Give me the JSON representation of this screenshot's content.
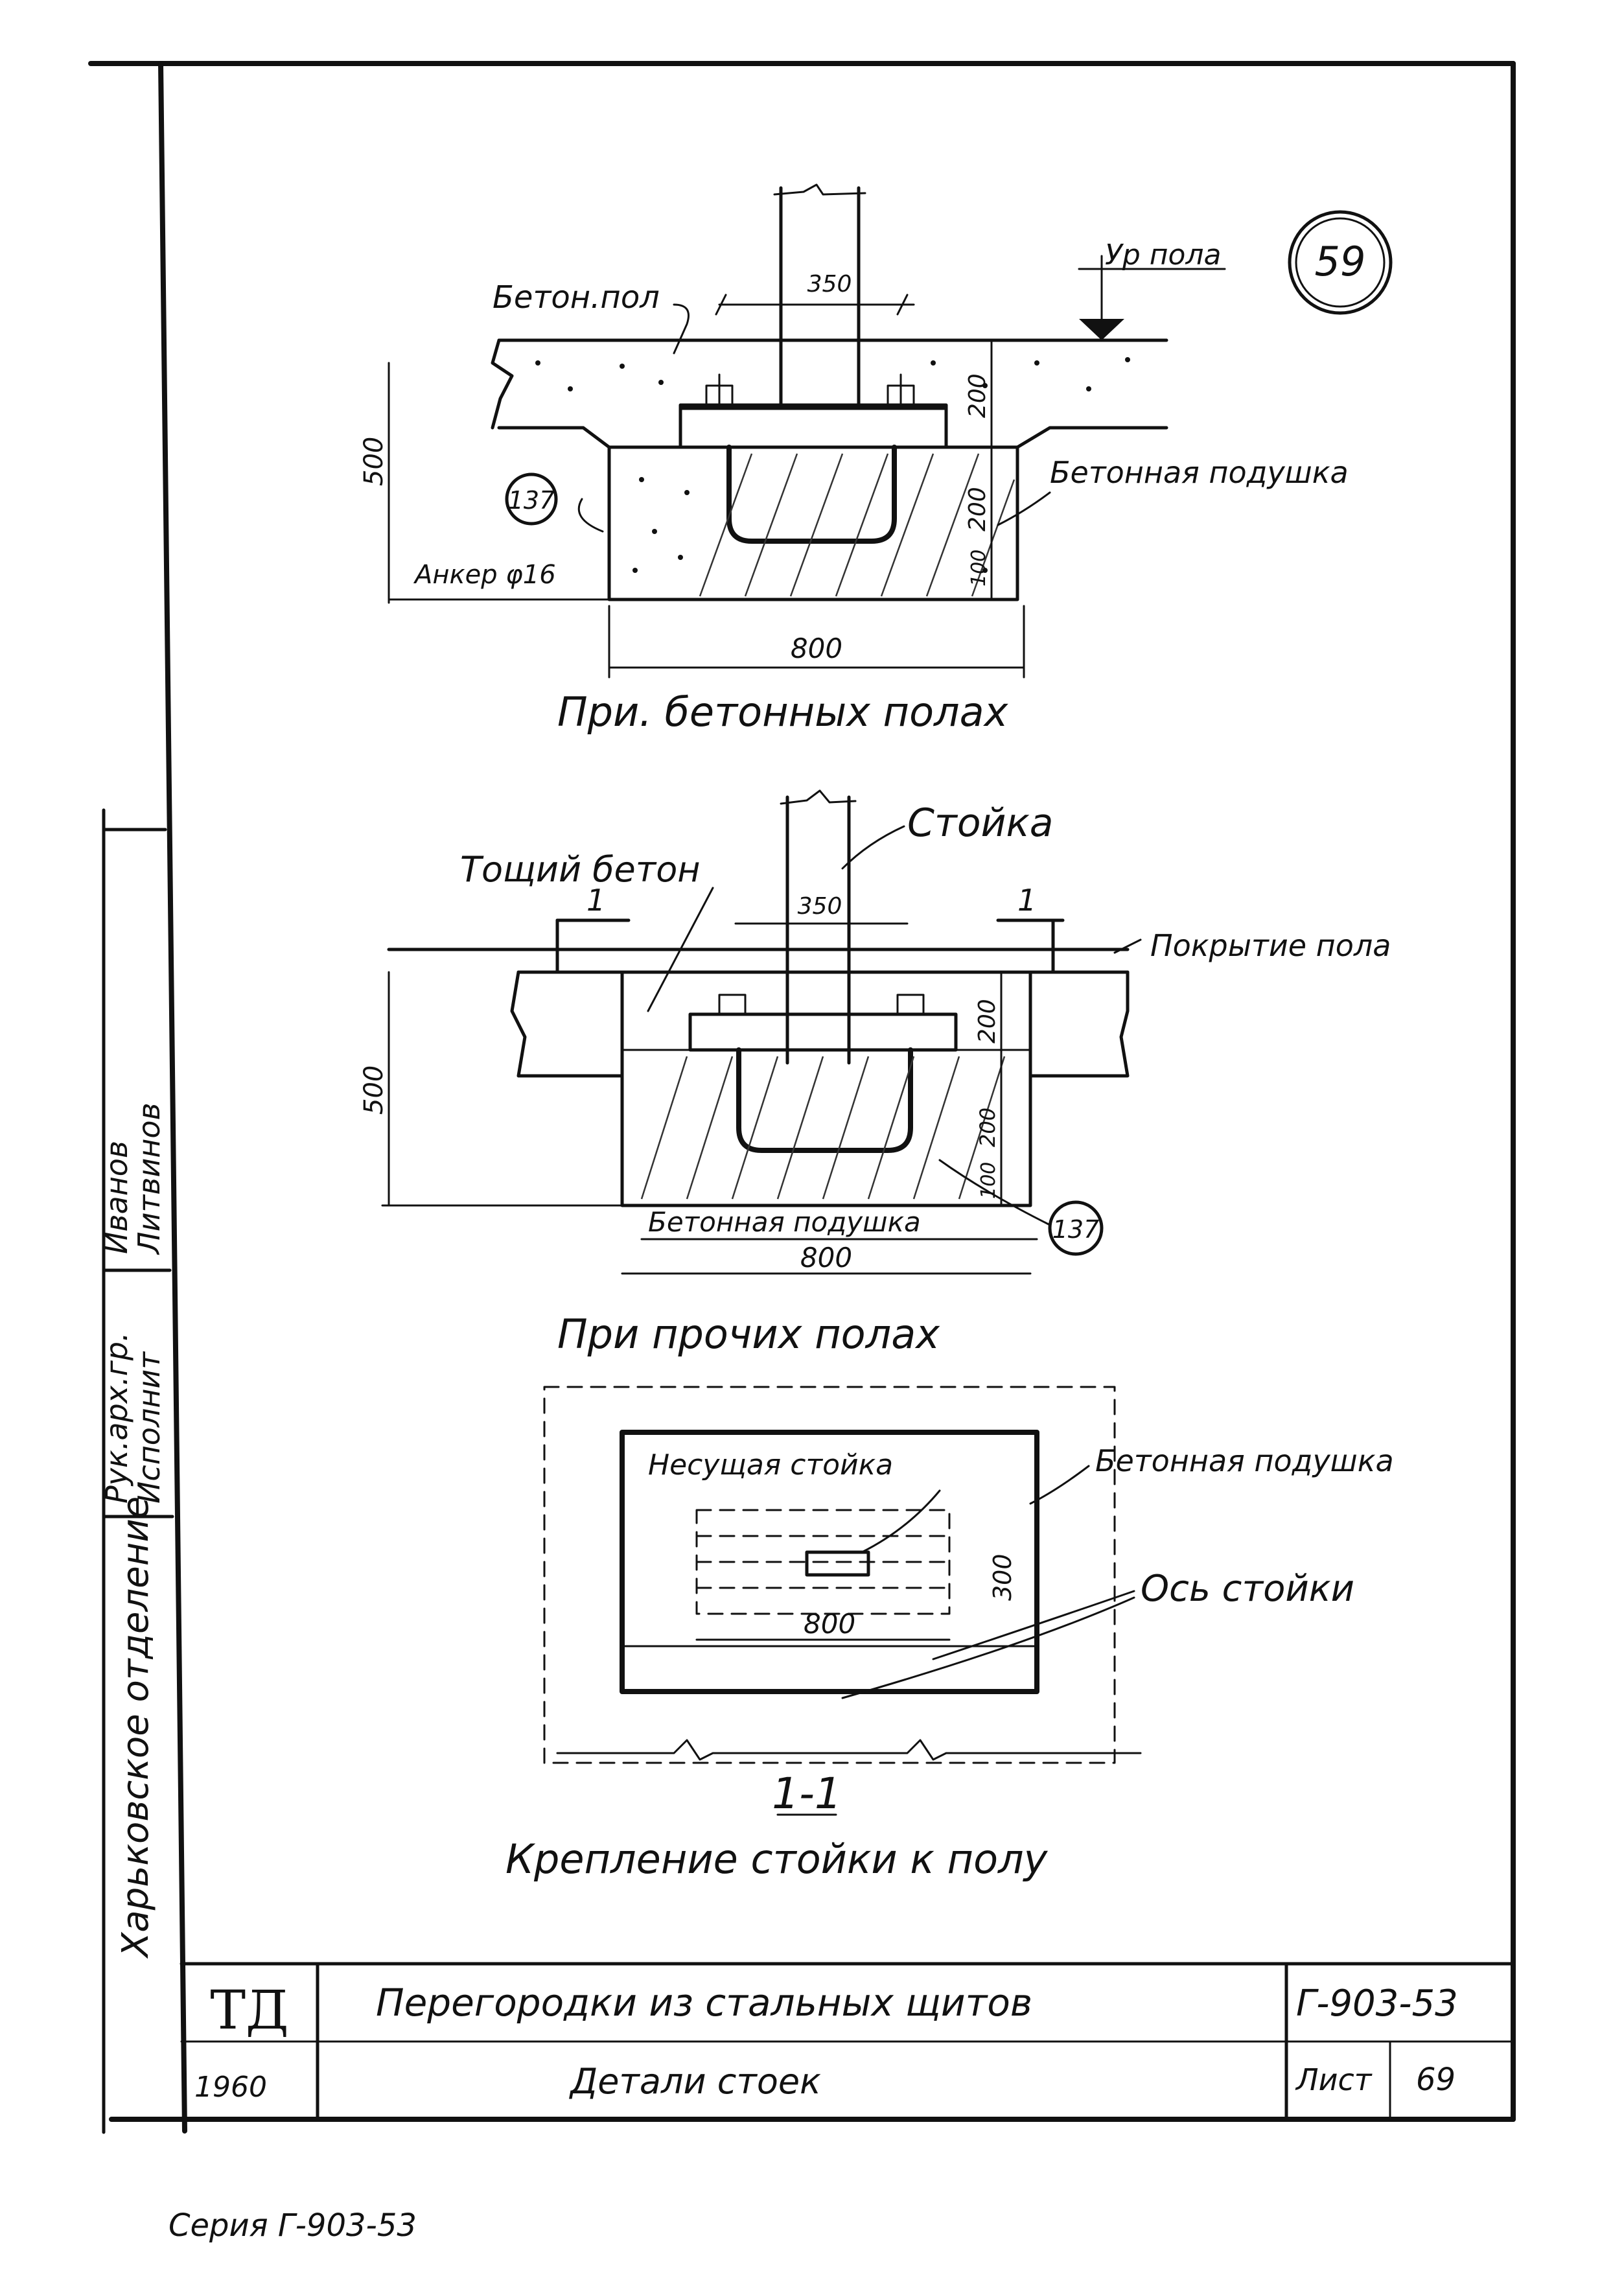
{
  "sheet": {
    "circle_number": "59",
    "series_caption": "Серия Г-903-53"
  },
  "detail_a": {
    "floor_level": "Ур пола",
    "concrete_floor": "Бетон.пол",
    "concrete_pad": "Бетонная подушка",
    "anchor": "Анкер φ16",
    "ref_137": "137",
    "dim_350": "350",
    "dim_200_top": "200",
    "dim_200_mid": "200",
    "dim_100": "100",
    "dim_500": "500",
    "dim_800": "800",
    "caption": "При. бетонных полах"
  },
  "detail_b": {
    "post": "Стойка",
    "lean_concrete": "Тощий бетон",
    "floor_covering": "Покрытие пола",
    "section_mark": "1",
    "dim_350": "350",
    "dim_200_top": "200",
    "dim_200_mid": "200",
    "dim_100": "100",
    "dim_500": "500",
    "dim_800": "800",
    "concrete_pad": "Бетонная подушка",
    "ref_137": "137",
    "caption": "При прочих полах"
  },
  "detail_c": {
    "bearing_post": "Несущая стойка",
    "concrete_pad": "Бетонная подушка",
    "post_axis": "Ось стойки",
    "dim_800": "800",
    "dim_300": "300",
    "section_title": "1-1",
    "caption": "Крепление стойки к полу"
  },
  "side_stamp": {
    "dept": "Харьковское отделение",
    "role1": "Рук.арх.гр.",
    "name1": "Иванов",
    "role2": "Исполнит",
    "name2": "Литвинов"
  },
  "title_block": {
    "logo": "ТД",
    "year": "1960",
    "title": "Перегородки из стальных щитов",
    "subtitle": "Детали стоек",
    "code": "Г-903-53",
    "sheet_label": "Лист",
    "sheet_number": "69"
  }
}
